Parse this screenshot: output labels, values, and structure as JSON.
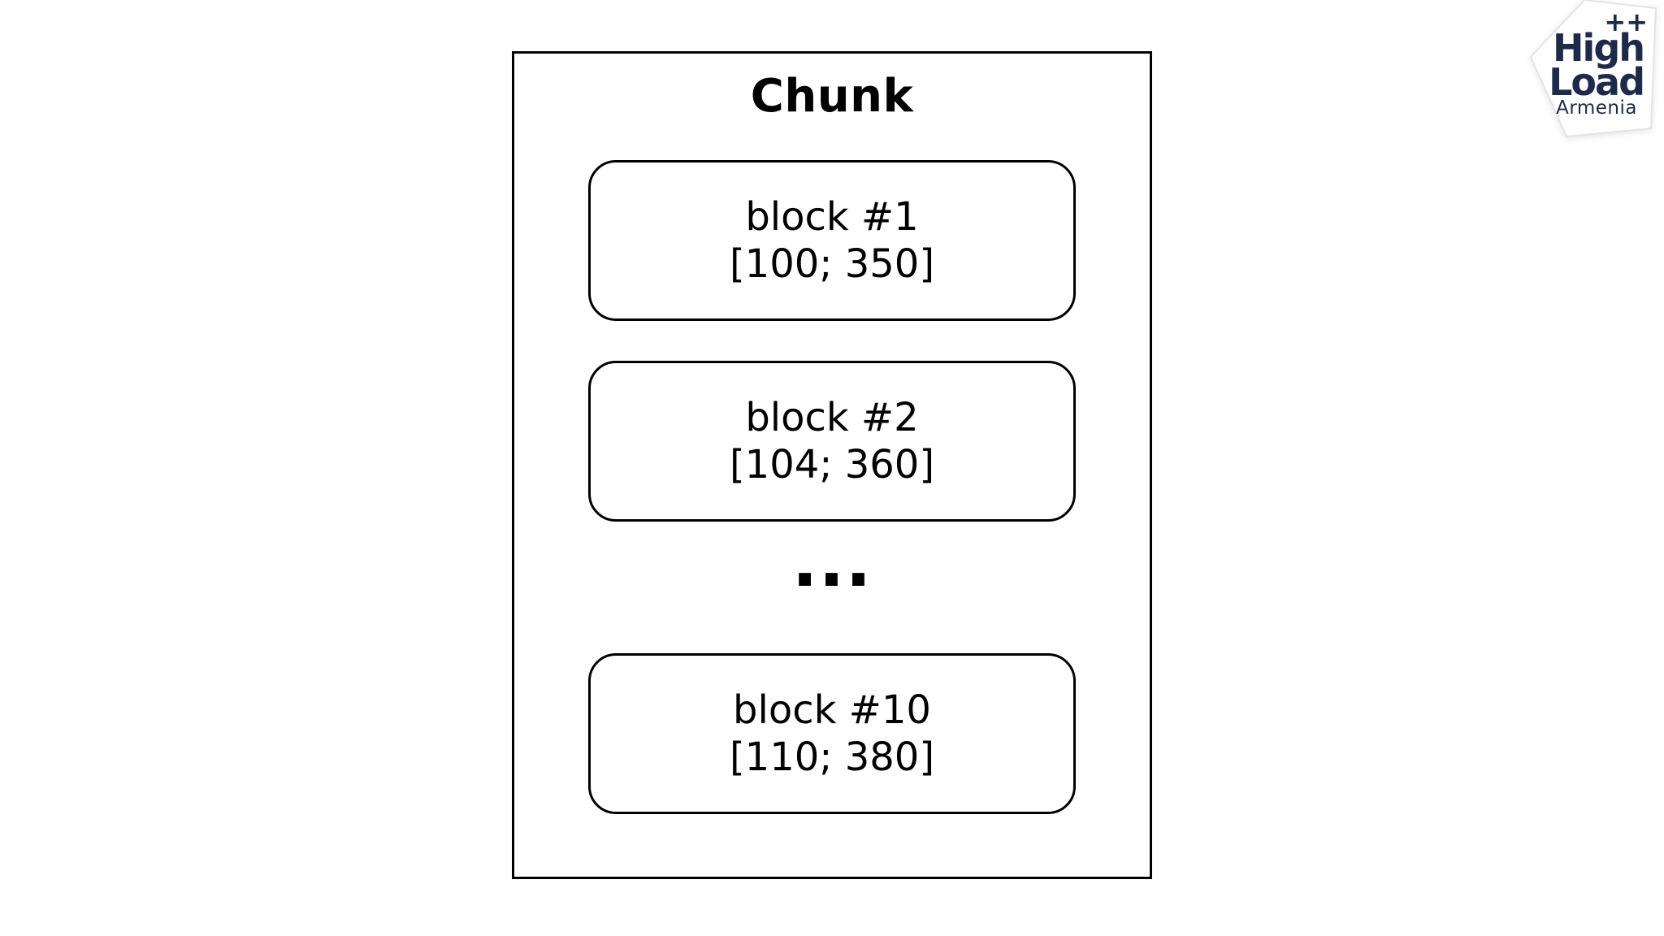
{
  "diagram": {
    "title": "Chunk",
    "blocks": [
      {
        "label": "block #1",
        "range": "[100; 350]"
      },
      {
        "label": "block #2",
        "range": "[104; 360]"
      },
      {
        "label": "block #10",
        "range": "[110; 380]"
      }
    ],
    "ellipsis": "...",
    "stroke_color": "#000000",
    "background_color": "#ffffff"
  },
  "logo": {
    "plus": "++",
    "line1": "High",
    "line2": "Load",
    "subtitle": "Armenia",
    "text_color": "#1e2a4a",
    "badge_color": "#ffffff",
    "badge_border_color": "#e4e4e4"
  }
}
